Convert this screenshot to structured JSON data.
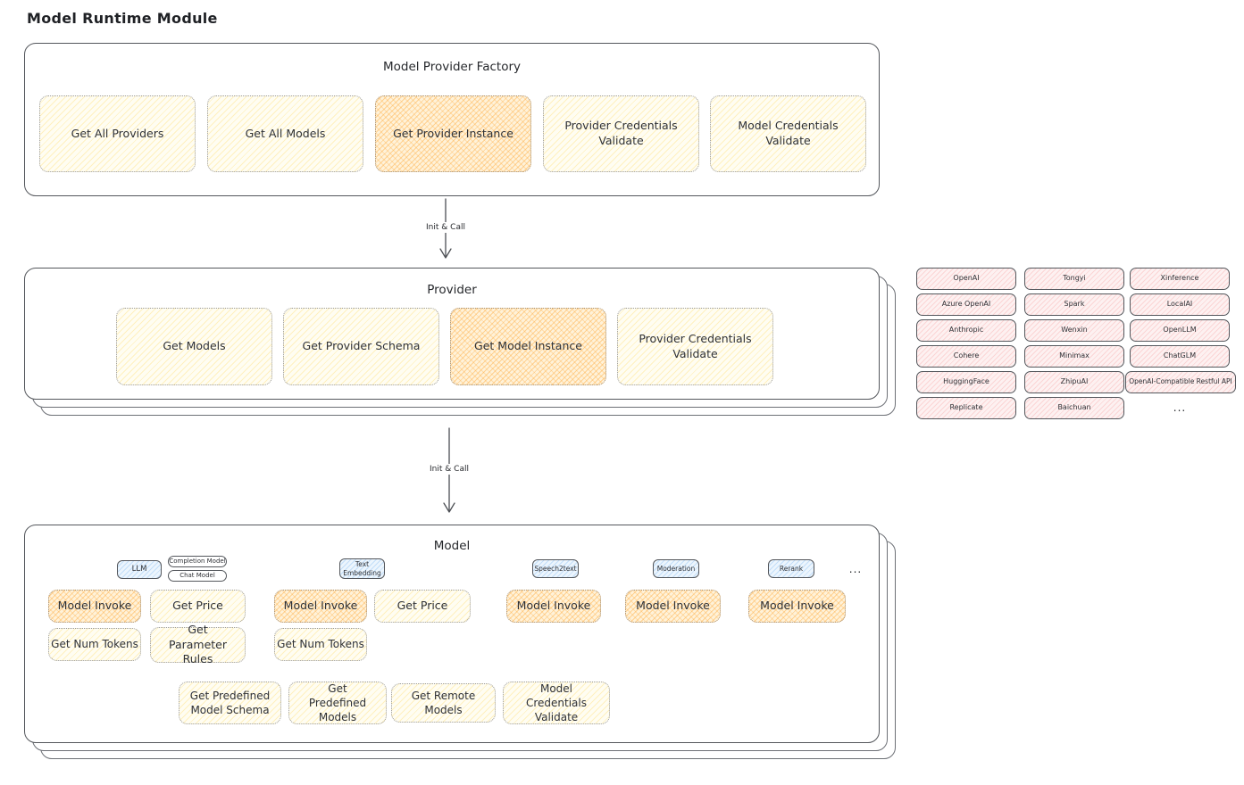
{
  "page": {
    "title": "Model Runtime Module"
  },
  "colors": {
    "yellow_fill": "#fff9db",
    "orange_highlight": "#ffd8a8",
    "pink_fill": "#ffe3e3",
    "blue_fill": "#d0ebff",
    "border_dark": "#54575c"
  },
  "arrows": {
    "init_call_1": "Init & Call",
    "init_call_2": "Init & Call"
  },
  "factory": {
    "title": "Model Provider Factory",
    "items": [
      {
        "label": "Get All Providers",
        "variant": "yellow"
      },
      {
        "label": "Get All Models",
        "variant": "yellow"
      },
      {
        "label": "Get Provider Instance",
        "variant": "orange"
      },
      {
        "label": "Provider Credentials Validate",
        "variant": "yellow"
      },
      {
        "label": "Model Credentials Validate",
        "variant": "yellow"
      }
    ]
  },
  "provider": {
    "title": "Provider",
    "items": [
      {
        "label": "Get Models",
        "variant": "yellow"
      },
      {
        "label": "Get Provider Schema",
        "variant": "yellow"
      },
      {
        "label": "Get Model Instance",
        "variant": "orange"
      },
      {
        "label": "Provider Credentials Validate",
        "variant": "yellow"
      }
    ]
  },
  "providers": {
    "col1": [
      "OpenAI",
      "Azure OpenAI",
      "Anthropic",
      "Cohere",
      "HuggingFace",
      "Replicate"
    ],
    "col2": [
      "Tongyi",
      "Spark",
      "Wenxin",
      "Minimax",
      "ZhipuAI",
      "Baichuan"
    ],
    "col3": [
      "Xinference",
      "LocalAI",
      "OpenLLM",
      "ChatGLM",
      "OpenAI-Compatible Restful API"
    ],
    "more": "..."
  },
  "model": {
    "title": "Model",
    "tabs": {
      "llm": "LLM",
      "completion": "Completion Model",
      "chat": "Chat Model",
      "text_embedding": "Text Embedding",
      "speech2text": "Speech2text",
      "moderation": "Moderation",
      "rerank": "Rerank",
      "more": "..."
    },
    "llm": {
      "invoke": "Model Invoke",
      "price": "Get Price",
      "num_tokens": "Get Num Tokens",
      "param_rules": "Get Parameter Rules"
    },
    "text_embedding": {
      "invoke": "Model Invoke",
      "price": "Get Price",
      "num_tokens": "Get Num Tokens"
    },
    "speech2text": {
      "invoke": "Model Invoke"
    },
    "moderation": {
      "invoke": "Model Invoke"
    },
    "rerank": {
      "invoke": "Model Invoke"
    },
    "bottom": [
      "Get Predefined Model Schema",
      "Get Predefined Models",
      "Get Remote Models",
      "Model Credentials Validate"
    ]
  }
}
